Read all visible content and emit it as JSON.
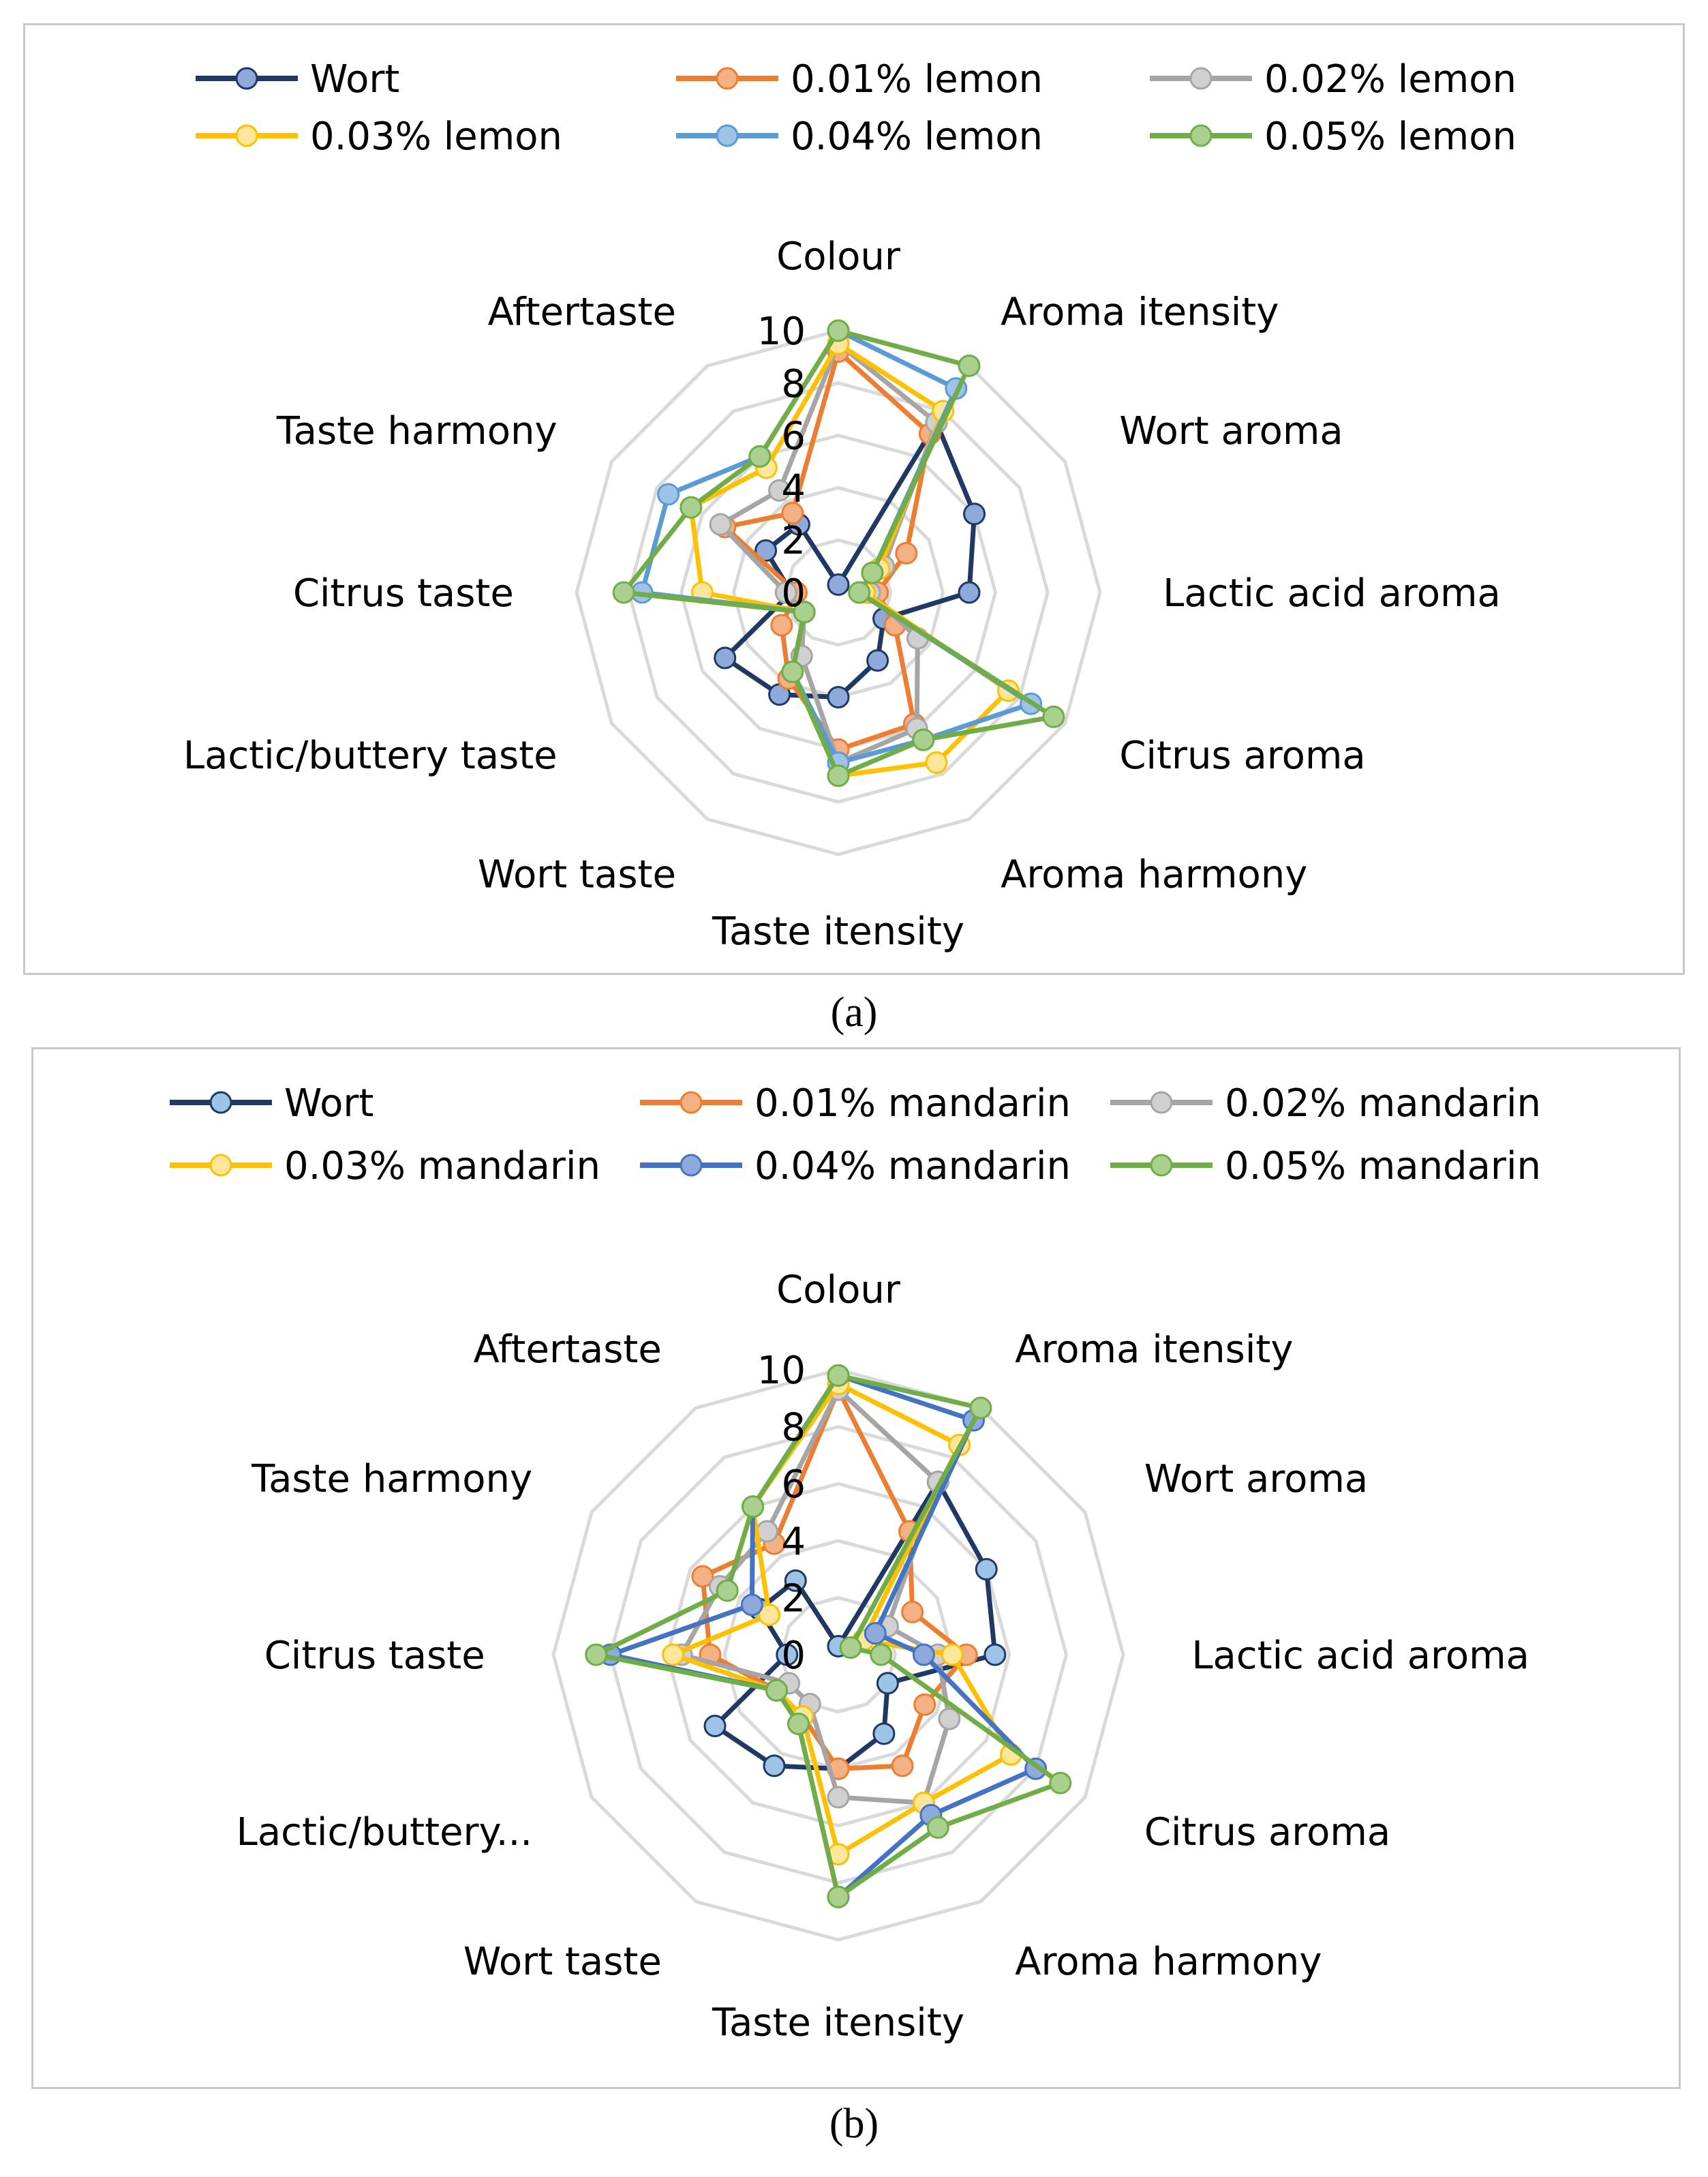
{
  "captions": {
    "a": "(a)",
    "b": "(b)"
  },
  "chart_data": [
    {
      "type": "radar",
      "panel": "a",
      "axes": [
        "Colour",
        "Aroma itensity",
        "Wort aroma",
        "Lactic acid aroma",
        "Citrus aroma",
        "Aroma harmony",
        "Taste itensity",
        "Wort taste",
        "Lactic/buttery taste",
        "Citrus taste",
        "Taste harmony",
        "Aftertaste"
      ],
      "r_ticks": [
        "0",
        "2",
        "4",
        "6",
        "8",
        "10"
      ],
      "r_range": [
        0,
        10
      ],
      "grid": true,
      "legend_position": "top",
      "series": [
        {
          "name": "Wort",
          "color": "#1f3864",
          "marker": "#8eaadb",
          "values": [
            0.3,
            7.5,
            6.0,
            5.0,
            2.0,
            3.0,
            4.0,
            4.5,
            5.0,
            1.8,
            3.2,
            3.0
          ]
        },
        {
          "name": "0.01% lemon",
          "color": "#ed7d31",
          "marker": "#f4b183",
          "values": [
            9.2,
            7.0,
            3.0,
            1.5,
            2.5,
            5.8,
            6.0,
            3.8,
            2.5,
            1.6,
            5.0,
            3.5
          ]
        },
        {
          "name": "0.02% lemon",
          "color": "#a5a5a5",
          "marker": "#d0d0d0",
          "values": [
            9.5,
            7.5,
            2.0,
            1.2,
            3.5,
            6.0,
            6.5,
            2.8,
            1.5,
            2.0,
            5.2,
            4.5
          ]
        },
        {
          "name": "0.03% lemon",
          "color": "#ffc000",
          "marker": "#ffe699",
          "values": [
            9.5,
            8.0,
            1.8,
            1.0,
            7.5,
            7.5,
            7.0,
            3.5,
            1.5,
            5.2,
            6.5,
            5.5
          ]
        },
        {
          "name": "0.04% lemon",
          "color": "#5b9bd5",
          "marker": "#9dc3e6",
          "values": [
            10.0,
            9.0,
            1.5,
            0.8,
            8.5,
            6.5,
            6.5,
            3.5,
            1.5,
            7.5,
            7.5,
            6.0
          ]
        },
        {
          "name": "0.05% lemon",
          "color": "#70ad47",
          "marker": "#a9d08e",
          "values": [
            10.0,
            10.0,
            1.5,
            0.8,
            9.5,
            6.5,
            7.0,
            3.5,
            1.5,
            8.2,
            6.5,
            6.0
          ]
        }
      ]
    },
    {
      "type": "radar",
      "panel": "b",
      "axes": [
        "Colour",
        "Aroma itensity",
        "Wort aroma",
        "Lactic acid aroma",
        "Citrus aroma",
        "Aroma harmony",
        "Taste itensity",
        "Wort taste",
        "Lactic/buttery...",
        "Citrus taste",
        "Taste harmony",
        "Aftertaste"
      ],
      "r_ticks": [
        "0",
        "2",
        "4",
        "6",
        "8",
        "10"
      ],
      "r_range": [
        0,
        10
      ],
      "grid": true,
      "legend_position": "top",
      "series": [
        {
          "name": "Wort",
          "color": "#1f3864",
          "marker": "#9dc3e6",
          "values": [
            0.3,
            7.0,
            6.0,
            5.5,
            2.0,
            3.2,
            4.0,
            4.5,
            5.0,
            1.8,
            3.2,
            3.0
          ]
        },
        {
          "name": "0.01% mandarin",
          "color": "#ed7d31",
          "marker": "#f4b183",
          "values": [
            9.3,
            5.0,
            3.0,
            4.5,
            3.5,
            4.5,
            4.0,
            2.5,
            2.5,
            4.5,
            5.5,
            4.5
          ]
        },
        {
          "name": "0.02% mandarin",
          "color": "#a5a5a5",
          "marker": "#d0d0d0",
          "values": [
            9.3,
            7.0,
            2.0,
            3.5,
            4.5,
            6.0,
            5.0,
            2.0,
            2.0,
            5.5,
            4.8,
            5.0
          ]
        },
        {
          "name": "0.03% mandarin",
          "color": "#ffc000",
          "marker": "#ffe699",
          "values": [
            9.5,
            8.5,
            1.0,
            4.0,
            7.0,
            6.0,
            7.0,
            2.5,
            2.5,
            5.8,
            2.8,
            6.0
          ]
        },
        {
          "name": "0.04% mandarin",
          "color": "#4472c4",
          "marker": "#8eaadb",
          "values": [
            9.8,
            9.5,
            1.5,
            3.0,
            8.0,
            6.5,
            8.5,
            2.8,
            2.5,
            8.0,
            3.5,
            6.0
          ]
        },
        {
          "name": "0.05% mandarin",
          "color": "#70ad47",
          "marker": "#a9d08e",
          "values": [
            9.8,
            10.0,
            0.5,
            1.5,
            9.0,
            7.0,
            8.5,
            2.8,
            2.5,
            8.5,
            4.5,
            6.0
          ]
        }
      ]
    }
  ]
}
